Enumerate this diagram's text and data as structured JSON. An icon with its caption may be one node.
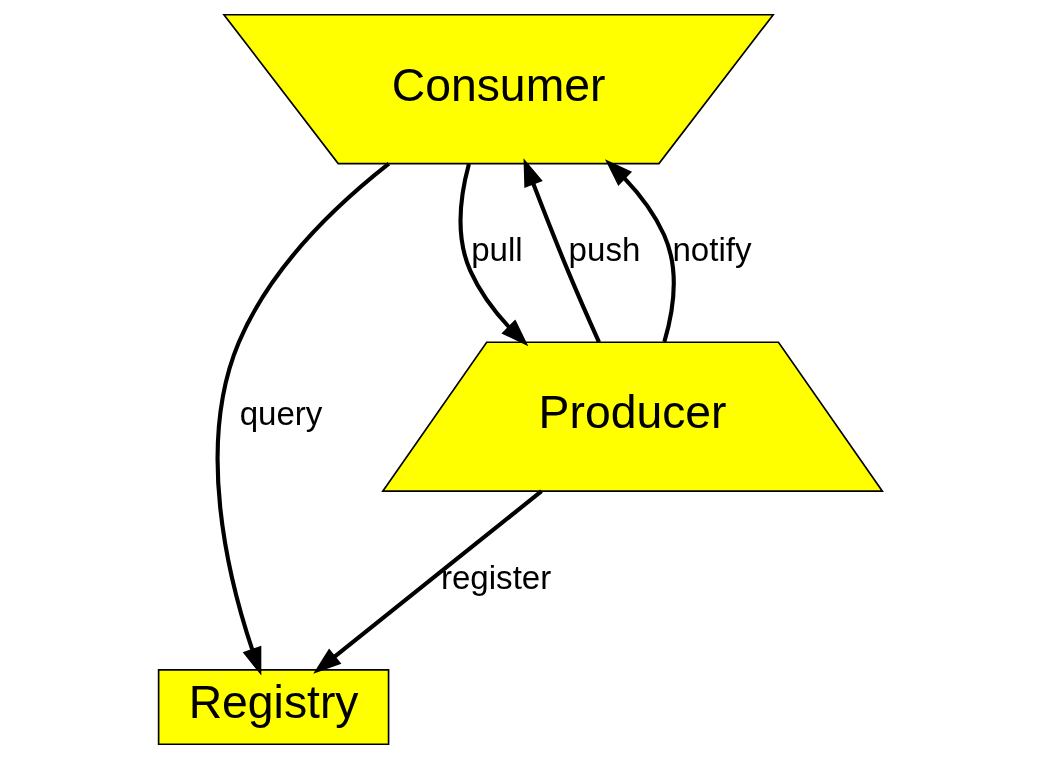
{
  "diagram": {
    "nodes": [
      {
        "text": [
          "Consumer"
        ]
      },
      {
        "text": [
          "Registry"
        ]
      },
      {
        "text": [
          "Producer"
        ]
      }
    ],
    "edges": [
      {
        "from": 2,
        "to": 0,
        "arrow": "to",
        "label": "push"
      },
      {
        "from": 2,
        "to": 0,
        "arrow": "to",
        "label": "notify"
      },
      {
        "from": 0,
        "to": 2,
        "arrow": "to",
        "label": "pull"
      },
      {
        "from": 0,
        "to": 1,
        "arrow": "to",
        "label": "query"
      },
      {
        "from": 2,
        "to": 1,
        "arrow": "to",
        "label": "register"
      }
    ]
  }
}
